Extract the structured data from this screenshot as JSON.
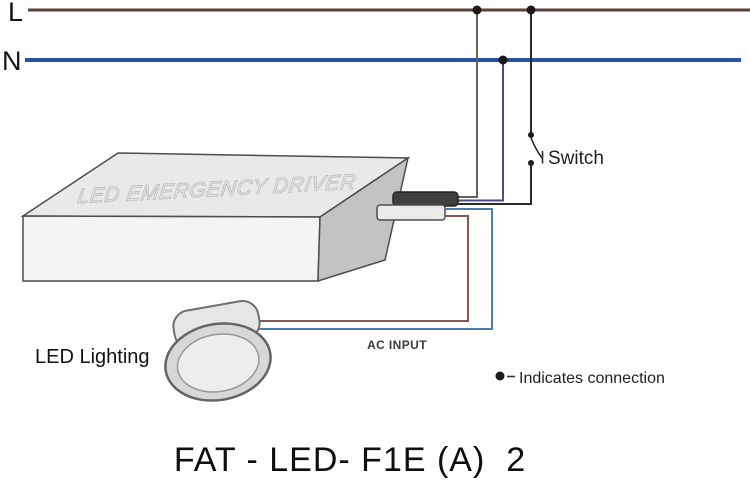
{
  "diagram": {
    "labels": {
      "live": "L",
      "neutral": "N",
      "switch": "Switch",
      "driver_box": "LED EMERGENCY DRIVER",
      "led_lighting": "LED Lighting",
      "ac_input": "AC INPUT",
      "legend": "Indicates connection",
      "title": "FAT - LED- F1E (A)  2"
    },
    "colors": {
      "live_line": "#5d3f3b",
      "neutral_line": "#2851a3",
      "live_drop_wire": "#6a5f58",
      "neutral_drop_wire": "#454f85",
      "switch_wire": "#2a2a2a",
      "led_wire_brown": "#8a5550",
      "led_wire_blue": "#4a7fae",
      "connection_dot": "#1a1a1a"
    }
  }
}
